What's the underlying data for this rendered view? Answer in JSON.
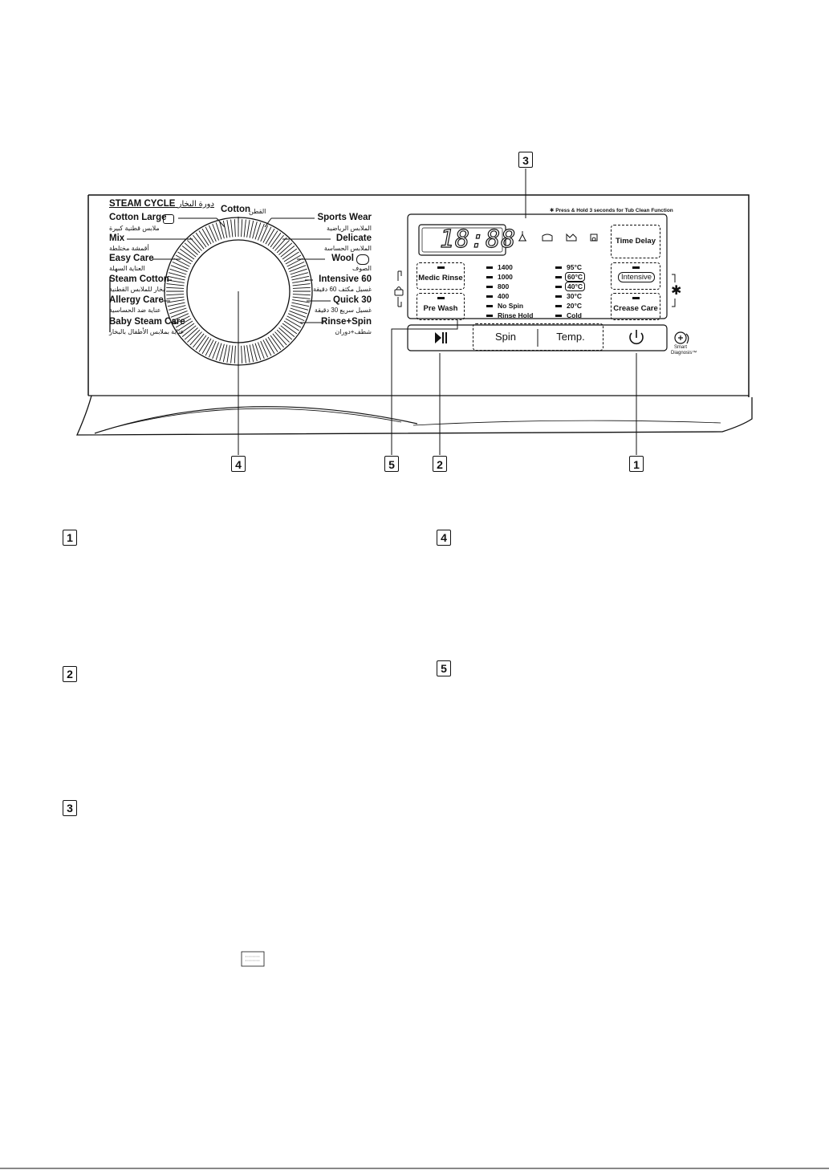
{
  "callouts": {
    "one": "1",
    "two": "2",
    "three": "3",
    "four": "4",
    "five": "5"
  },
  "tub_clean_note": "✱ Press & Hold 3 seconds for Tub Clean Function",
  "steam_cycle": {
    "label": "STEAM CYCLE",
    "label_ar": "دورة البخار"
  },
  "programs_left": [
    {
      "en": "Cotton Large",
      "ar": "ملابس قطنية كبيرة"
    },
    {
      "en": "Mix",
      "ar": "أقمشة مختلطة"
    },
    {
      "en": "Easy Care",
      "ar": "العناية السهلة"
    },
    {
      "en": "Steam Cotton",
      "ar": "بخار للملابس القطنية"
    },
    {
      "en": "Allergy Care",
      "ar": "عناية ضد الحساسية"
    },
    {
      "en": "Baby Steam Care",
      "ar": "عناية بملابس الأطفال بالبخار"
    }
  ],
  "program_top": {
    "en": "Cotton",
    "ar": "القطن"
  },
  "programs_right": [
    {
      "en": "Sports Wear",
      "ar": "الملابس الرياضية"
    },
    {
      "en": "Delicate",
      "ar": "الملابس الحساسة"
    },
    {
      "en": "Wool",
      "ar": "الصوف"
    },
    {
      "en": "Intensive 60",
      "ar": "غسيل مكثف 60 دقيقة"
    },
    {
      "en": "Quick 30",
      "ar": "غسيل سريع 30 دقيقة"
    },
    {
      "en": "Rinse+Spin",
      "ar": "شطف+دوران"
    }
  ],
  "display": {
    "digits": "18:88"
  },
  "options": {
    "medic_rinse": "Medic Rinse",
    "pre_wash": "Pre Wash",
    "time_delay": "Time Delay",
    "intensive": "Intensive",
    "crease_care": "Crease Care"
  },
  "spin_levels": [
    "1400",
    "1000",
    "800",
    "400",
    "No Spin",
    "Rinse Hold"
  ],
  "temp_levels": [
    "95°C",
    "60°C",
    "40°C",
    "30°C",
    "20°C",
    "Cold"
  ],
  "buttons": {
    "spin": "Spin",
    "temp": "Temp."
  },
  "smart_diagnosis": {
    "line1": "Smart",
    "line2": "Diagnosis™"
  },
  "asterisk": "✱"
}
